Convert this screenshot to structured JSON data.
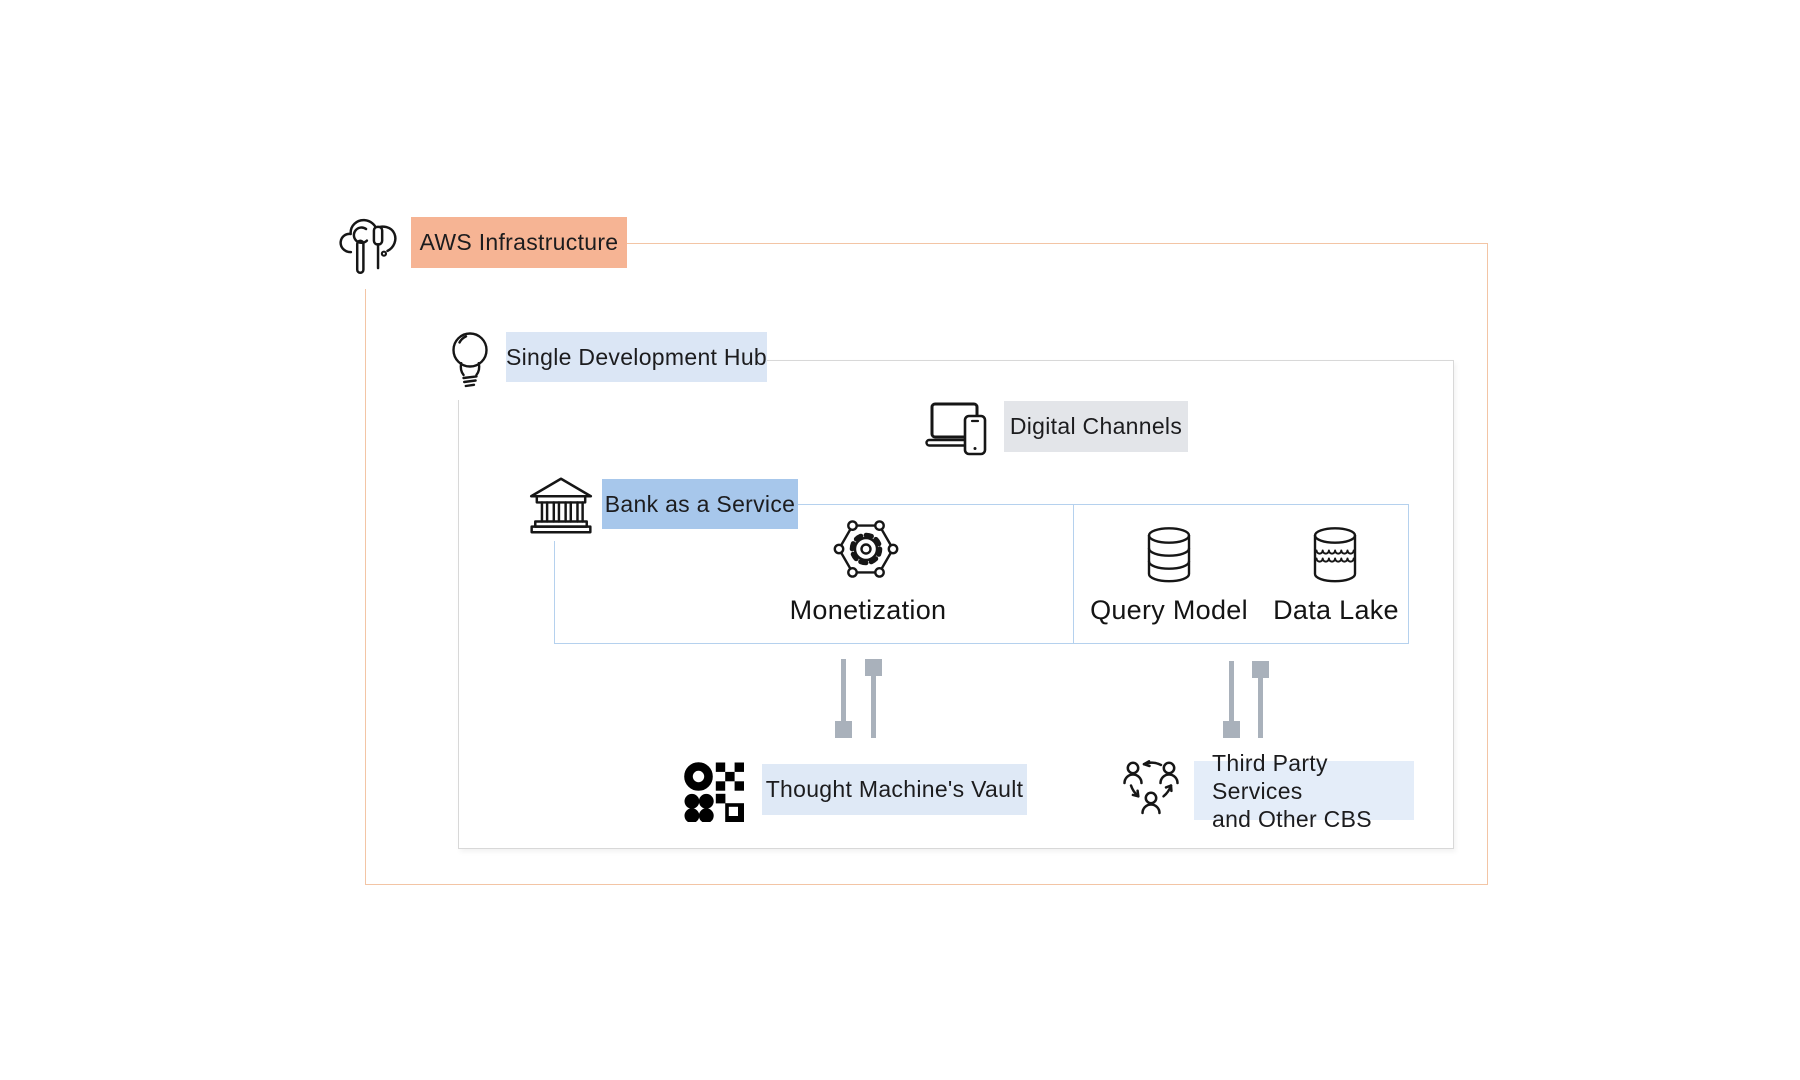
{
  "diagram": {
    "aws_infrastructure": {
      "label": "AWS Infrastructure",
      "icon": "cloud-with-tools-icon",
      "label_bg": "#F6B494",
      "border_color": "#F3C5A5"
    },
    "single_development_hub": {
      "label": "Single Development Hub",
      "icon": "lightbulb-icon",
      "label_bg": "#DBE6F5",
      "border_color": "#D8D8D8"
    },
    "digital_channels": {
      "label": "Digital Channels",
      "icon": "laptop-phone-icon",
      "label_bg": "#E3E5E9"
    },
    "bank_as_a_service": {
      "label": "Bank as a Service",
      "icon": "bank-icon",
      "label_bg": "#A7C7EB",
      "border_color": "#B5D1EE"
    },
    "monetization": {
      "label": "Monetization",
      "icon": "hexagon-gear-icon"
    },
    "query_model": {
      "label": "Query Model",
      "icon": "database-icon"
    },
    "data_lake": {
      "label": "Data Lake",
      "icon": "data-lake-icon"
    },
    "vault": {
      "label": "Thought Machine's Vault",
      "icon": "thought-machine-logo-icon",
      "label_bg": "#DFE9F6"
    },
    "third_party": {
      "label_line1": "Third Party Services",
      "label_line2": "and Other CBS",
      "icon": "people-network-icon",
      "label_bg": "#E4EDF9"
    },
    "connector_color": "#A9B1BB",
    "text_color": "#1C1C1E"
  }
}
